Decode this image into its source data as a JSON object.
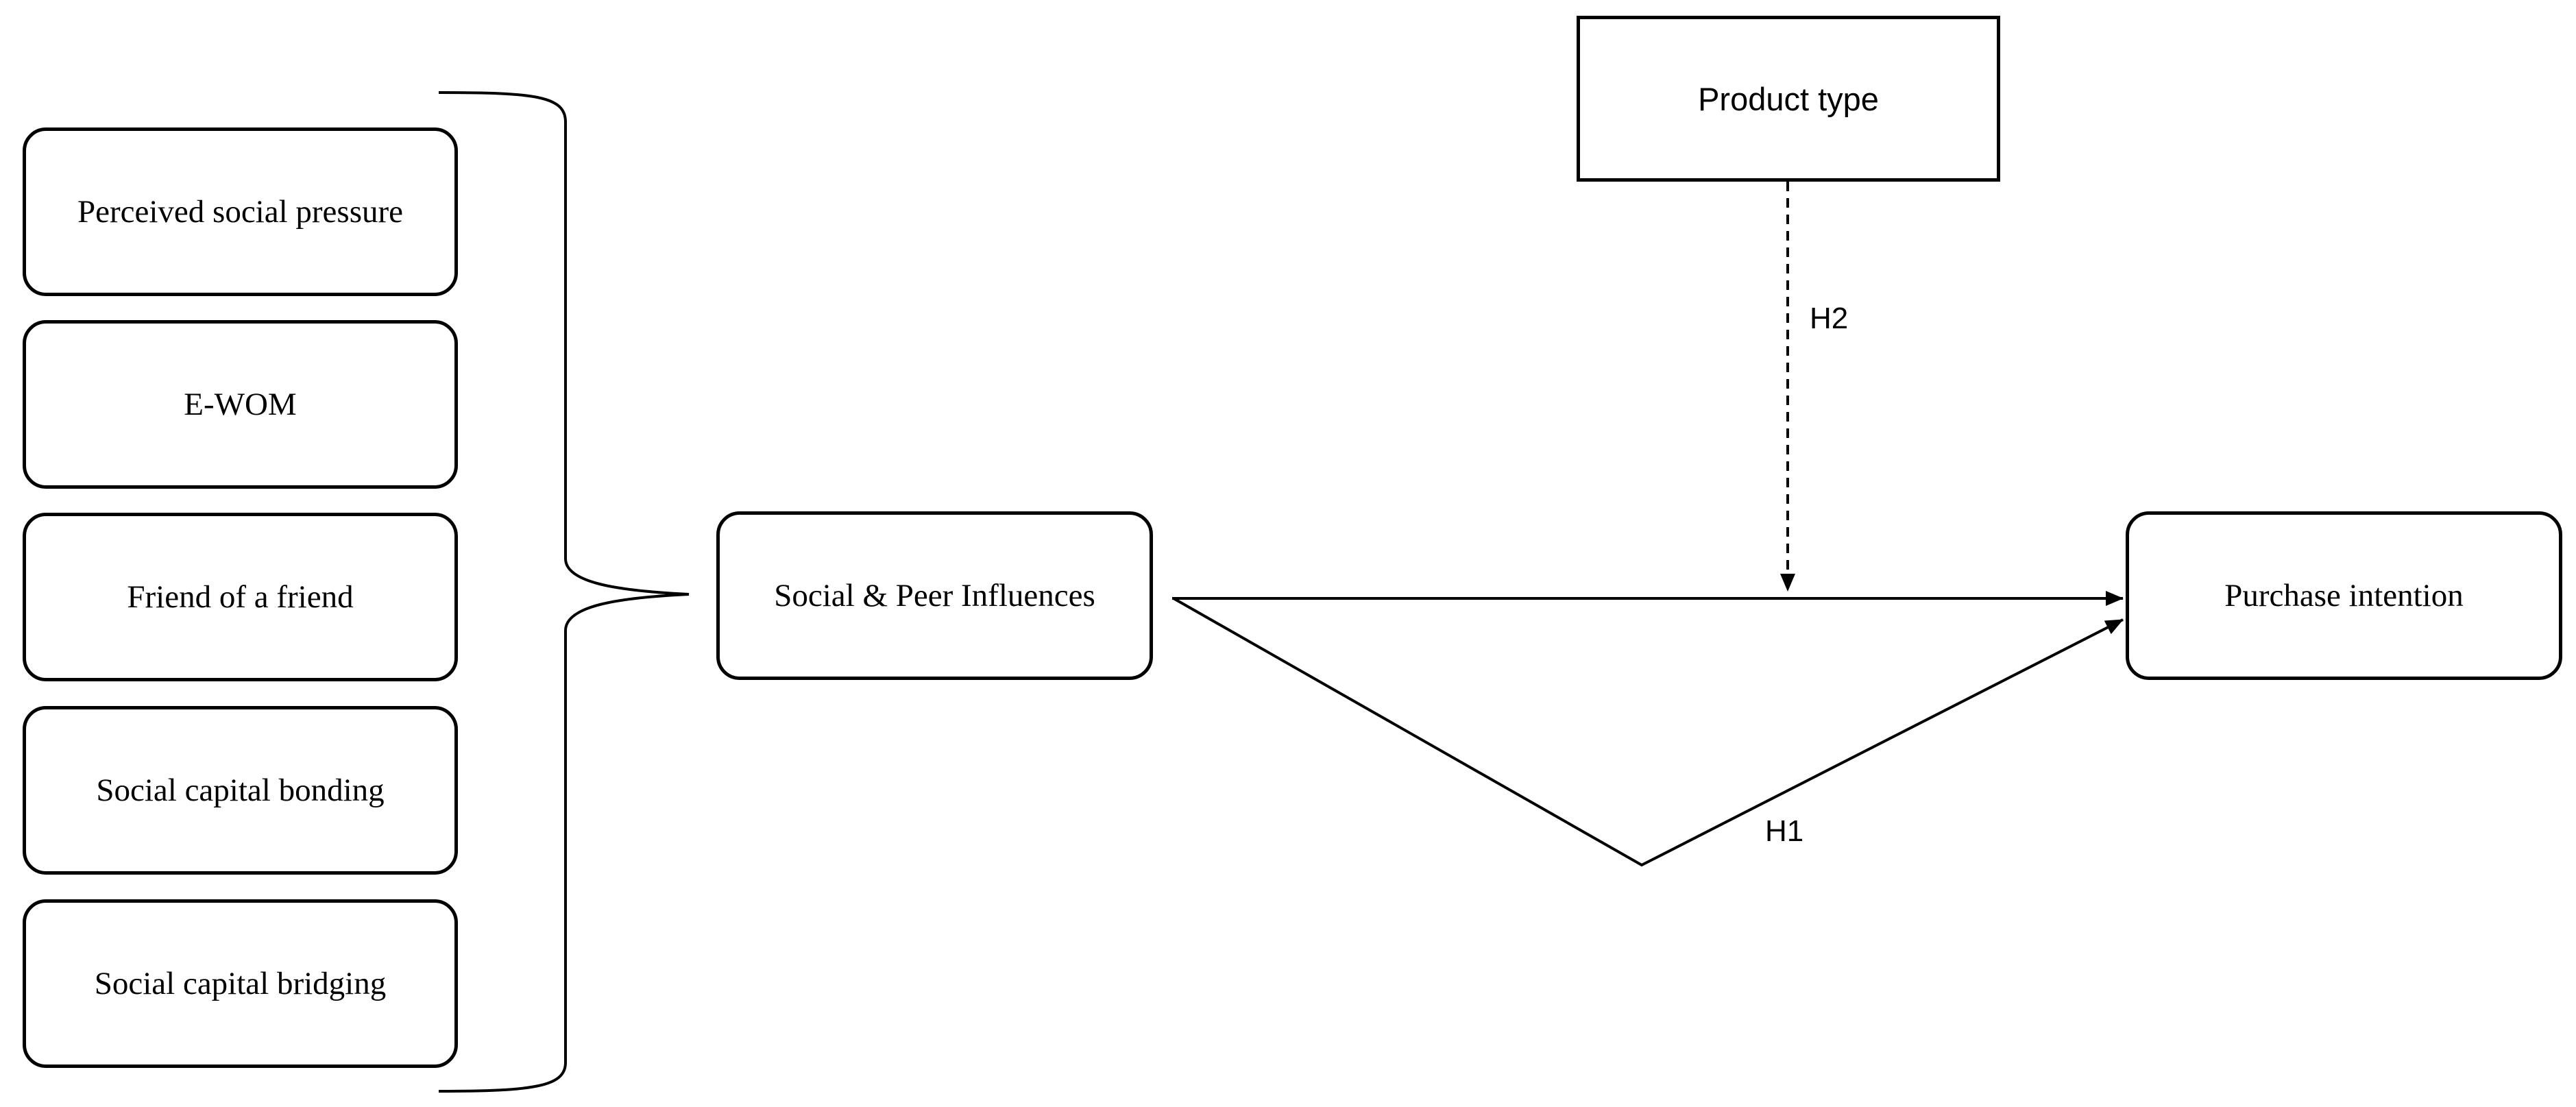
{
  "antecedents": [
    "Perceived social pressure",
    "E-WOM",
    "Friend of a friend",
    "Social capital bonding",
    "Social capital bridging"
  ],
  "central_construct": "Social & Peer Influences",
  "outcome": "Purchase intention",
  "moderator": "Product type",
  "hypotheses": {
    "h1": "H1",
    "h2": "H2"
  }
}
